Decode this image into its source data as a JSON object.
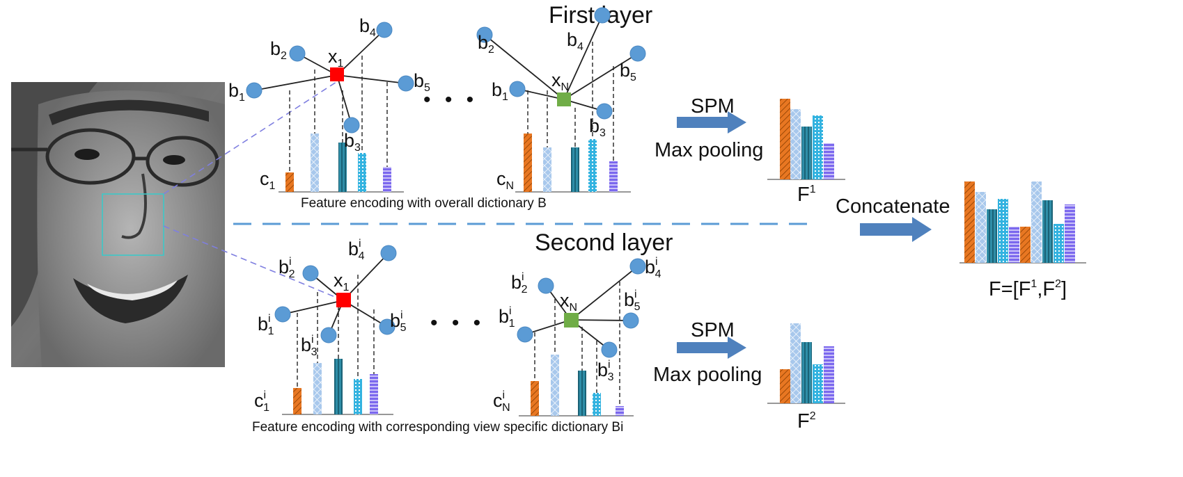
{
  "titles": {
    "first_layer": "First layer",
    "second_layer": "Second layer"
  },
  "captions": {
    "first": "Feature encoding with overall dictionary B",
    "second": "Feature encoding with corresponding view specific dictionary Bi"
  },
  "operations": {
    "spm": "SPM",
    "max_pooling": "Max pooling",
    "concatenate": "Concatenate"
  },
  "features": {
    "f1_base": "F",
    "f1_sup": "1",
    "f2_base": "F",
    "f2_sup": "2",
    "f_combined_prefix": "F=[F",
    "f_combined_sup1": "1",
    "f_combined_mid": ",F",
    "f_combined_sup2": "2",
    "f_combined_suffix": "]"
  },
  "symbols": {
    "b": "b",
    "x": "x",
    "c": "c",
    "i": "i",
    "N": "N",
    "n1": "1",
    "n2": "2",
    "n3": "3",
    "n4": "4",
    "n5": "5",
    "ellipsis_dots": "• • •"
  },
  "colors": {
    "node": "#5b9bd5",
    "node_stroke": "#4a88c2",
    "x_first": "#ff0000",
    "x_second_b": "#70ad47",
    "arrow": "#4f81bd",
    "dashed_divider": "#5b9bd5",
    "zoom_lines": "#7f7fe0",
    "bar_orange": "#e87722",
    "bar_lightblue": "#8db4e2",
    "bar_teal": "#2f8ea8",
    "bar_cyan": "#33b3e0",
    "bar_purple": "#7b68ee"
  }
}
